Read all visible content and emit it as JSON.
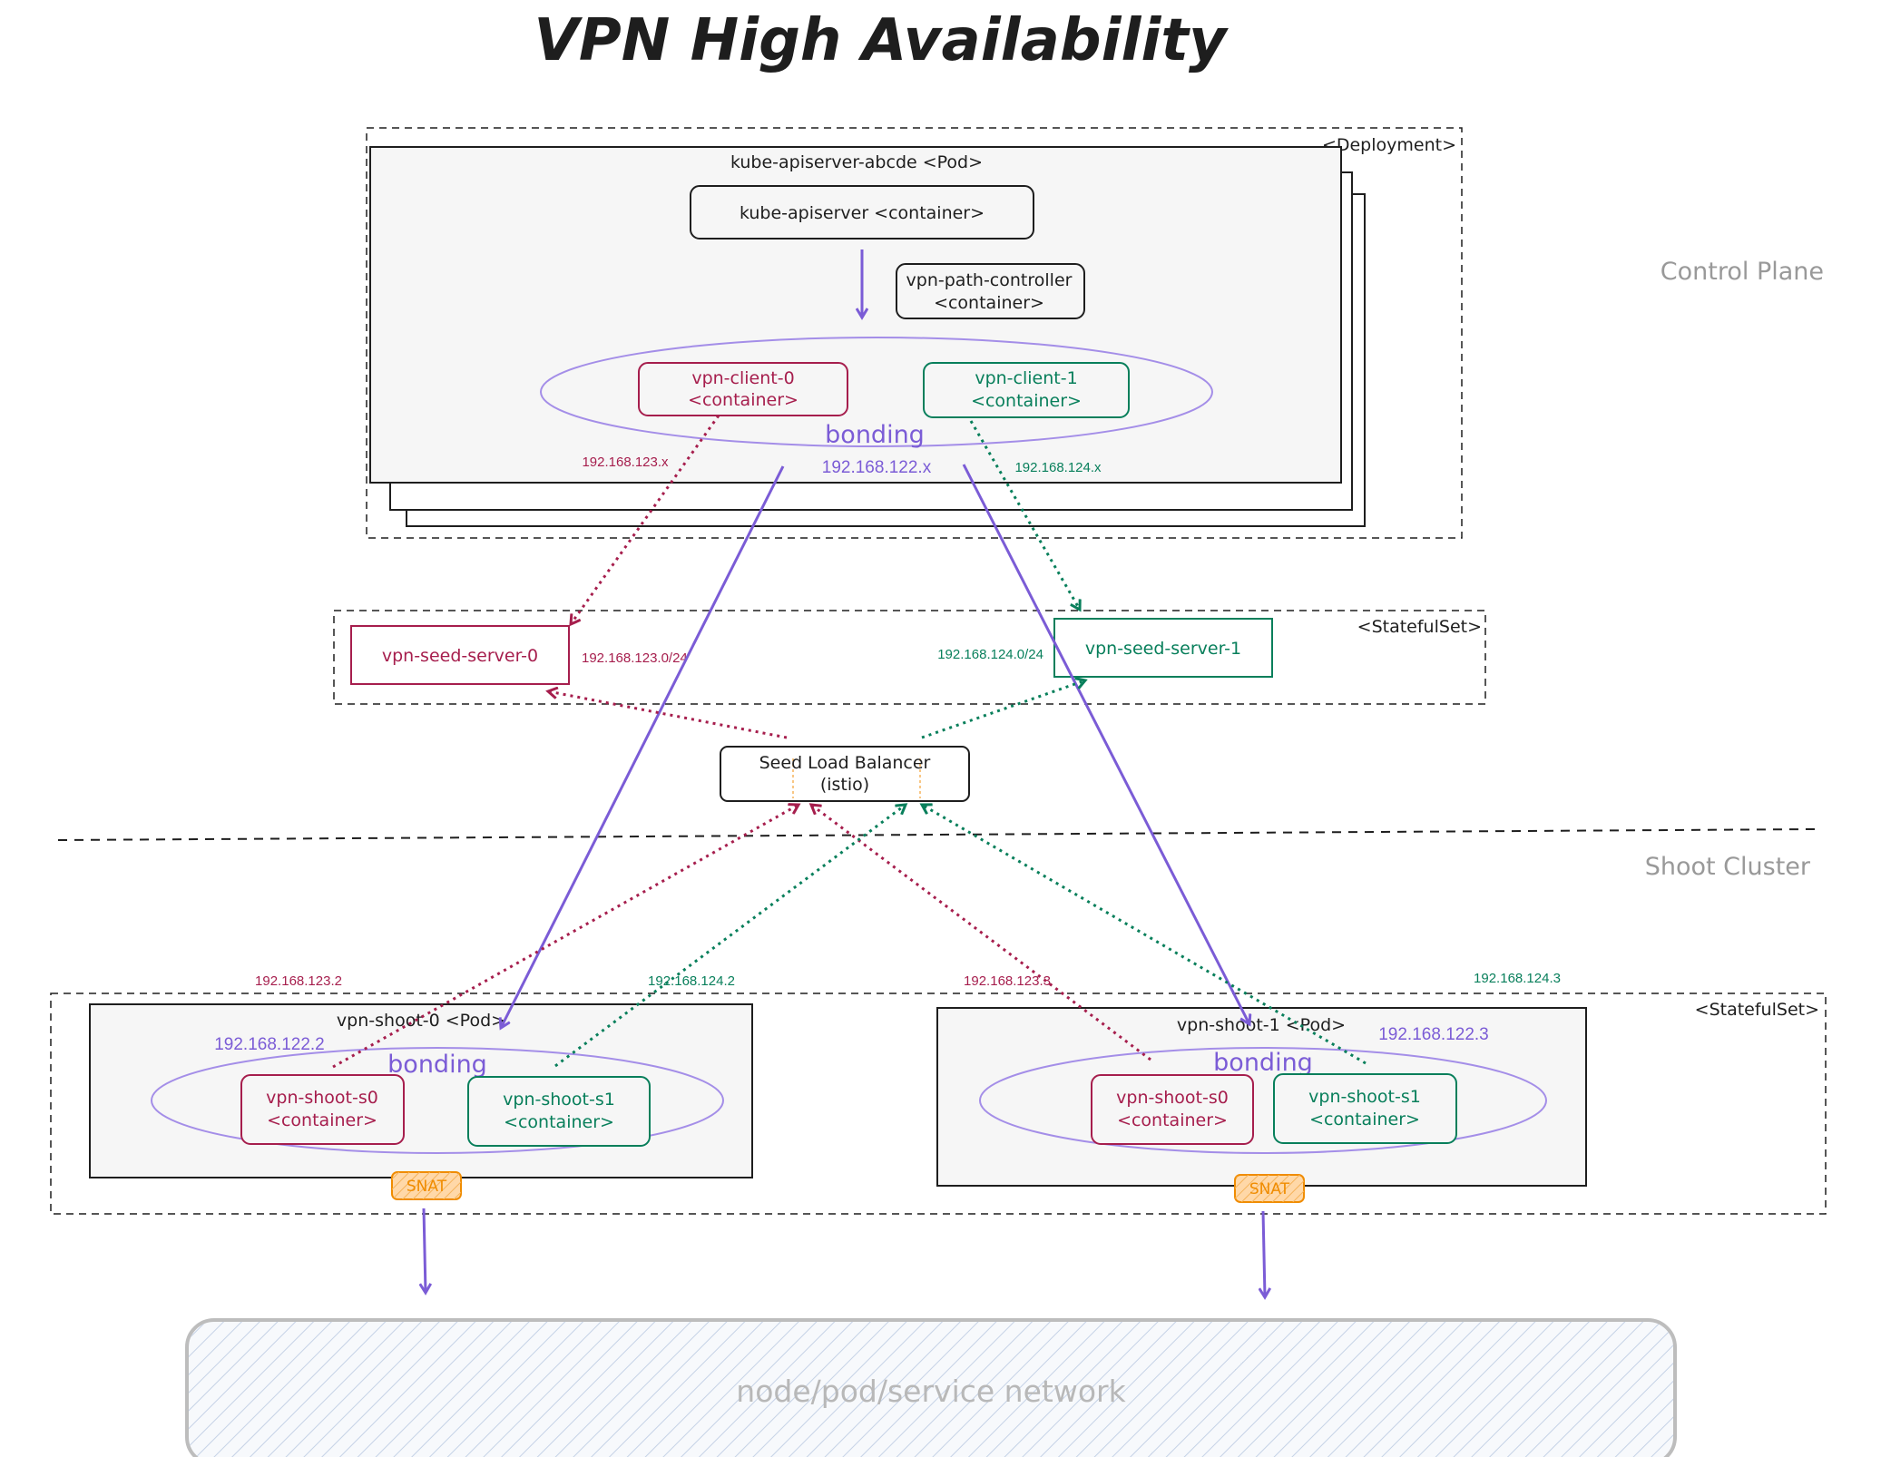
{
  "title": "VPN High Availability",
  "colors": {
    "ink": "#1e1e1e",
    "purple": "#7b5cd6",
    "red": "#a61e4d",
    "green": "#087f5b",
    "gray_label": "#999999",
    "snat_fill": "#ffd8a8",
    "snat_stroke": "#f08c00",
    "box_fill": "#f6f6f6"
  },
  "zones": {
    "control_plane": "Control Plane",
    "shoot_cluster": "Shoot Cluster"
  },
  "deployment": {
    "stereotype": "<Deployment>",
    "pod_label": "kube-apiserver-abcde <Pod>",
    "kube_apiserver": "kube-apiserver <container>",
    "vpn_path_controller_line1": "vpn-path-controller",
    "vpn_path_controller_line2": "<container>",
    "vpn_client_0_line1": "vpn-client-0",
    "vpn_client_0_line2": "<container>",
    "vpn_client_1_line1": "vpn-client-1",
    "vpn_client_1_line2": "<container>",
    "bonding": "bonding",
    "bond_ip": "192.168.122.x",
    "client0_ip": "192.168.123.x",
    "client1_ip": "192.168.124.x"
  },
  "seed_statefulset": {
    "stereotype": "<StatefulSet>",
    "server_0": "vpn-seed-server-0",
    "server_0_net": "192.168.123.0/24",
    "server_1": "vpn-seed-server-1",
    "server_1_net": "192.168.124.0/24"
  },
  "load_balancer": {
    "line1": "Seed Load Balancer",
    "line2": "(istio)"
  },
  "shoot_statefulset": {
    "stereotype": "<StatefulSet>",
    "pod0": {
      "label": "vpn-shoot-0 <Pod>",
      "bonding": "bonding",
      "bond_ip": "192.168.122.2",
      "s0_line1": "vpn-shoot-s0",
      "s0_line2": "<container>",
      "s1_line1": "vpn-shoot-s1",
      "s1_line2": "<container>",
      "s0_ip": "192.168.123.2",
      "s1_ip": "192.168.124.2",
      "snat": "SNAT"
    },
    "pod1": {
      "label": "vpn-shoot-1 <Pod>",
      "bonding": "bonding",
      "bond_ip": "192.168.122.3",
      "s0_line1": "vpn-shoot-s0",
      "s0_line2": "<container>",
      "s1_line1": "vpn-shoot-s1",
      "s1_line2": "<container>",
      "s0_ip": "192.168.123.3",
      "s1_ip": "192.168.124.3",
      "snat": "SNAT"
    }
  },
  "network": {
    "label": "node/pod/service network"
  }
}
